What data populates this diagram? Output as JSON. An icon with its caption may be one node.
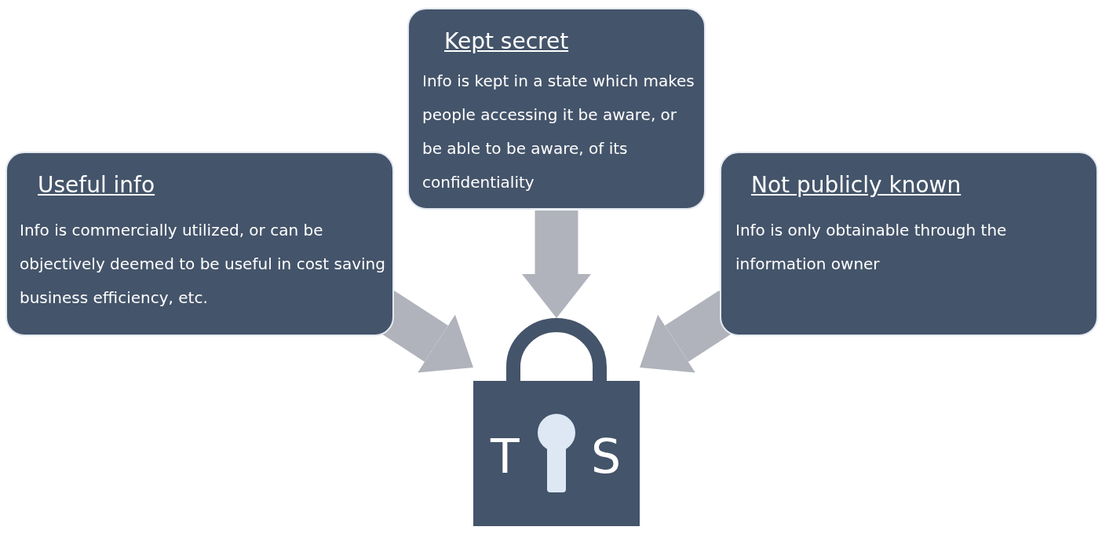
{
  "diagram": {
    "nodes": [
      {
        "text": [
          "Kept secret",
          "Info is kept in a state which makes people accessing it be aware, or be able to be aware, of its confidentiality"
        ]
      },
      {
        "text": [
          "Useful info",
          "Info is commercially utilized, or can be objectively deemed to be useful in cost saving business efficiency, etc."
        ]
      },
      {
        "text": [
          "Not publicly known",
          "Info is only obtainable through the information owner"
        ]
      },
      {
        "text": [
          "T",
          "S"
        ]
      }
    ],
    "edges": [
      {
        "from": 0,
        "to": 3,
        "arrow": "to"
      },
      {
        "from": 1,
        "to": 3,
        "arrow": "to"
      },
      {
        "from": 2,
        "to": 3,
        "arrow": "to"
      }
    ]
  }
}
